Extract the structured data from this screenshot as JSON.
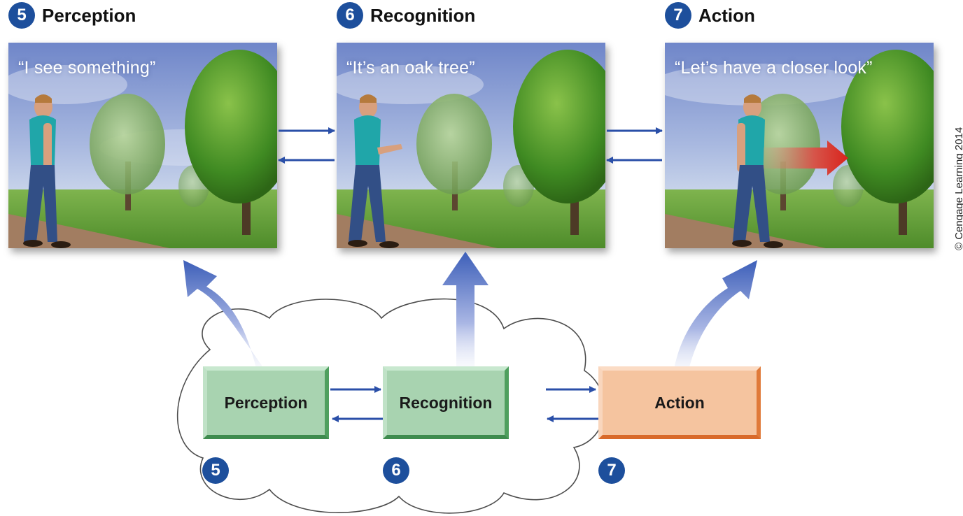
{
  "steps": [
    {
      "number": "5",
      "title": "Perception",
      "quote": "“I see something”"
    },
    {
      "number": "6",
      "title": "Recognition",
      "quote": "“It’s an oak tree”"
    },
    {
      "number": "7",
      "title": "Action",
      "quote": "“Let’s have a closer look”"
    }
  ],
  "boxes": [
    {
      "label": "Perception",
      "number": "5"
    },
    {
      "label": "Recognition",
      "number": "6"
    },
    {
      "label": "Action",
      "number": "7"
    }
  ],
  "copyright": "© Cengage Learning 2014",
  "colors": {
    "badge": "#1d4f9c",
    "arrow": "#2a4fa8",
    "green_box": "#a8d3b0",
    "orange_box": "#f5c49f",
    "red_arrow": "#d9231c"
  }
}
